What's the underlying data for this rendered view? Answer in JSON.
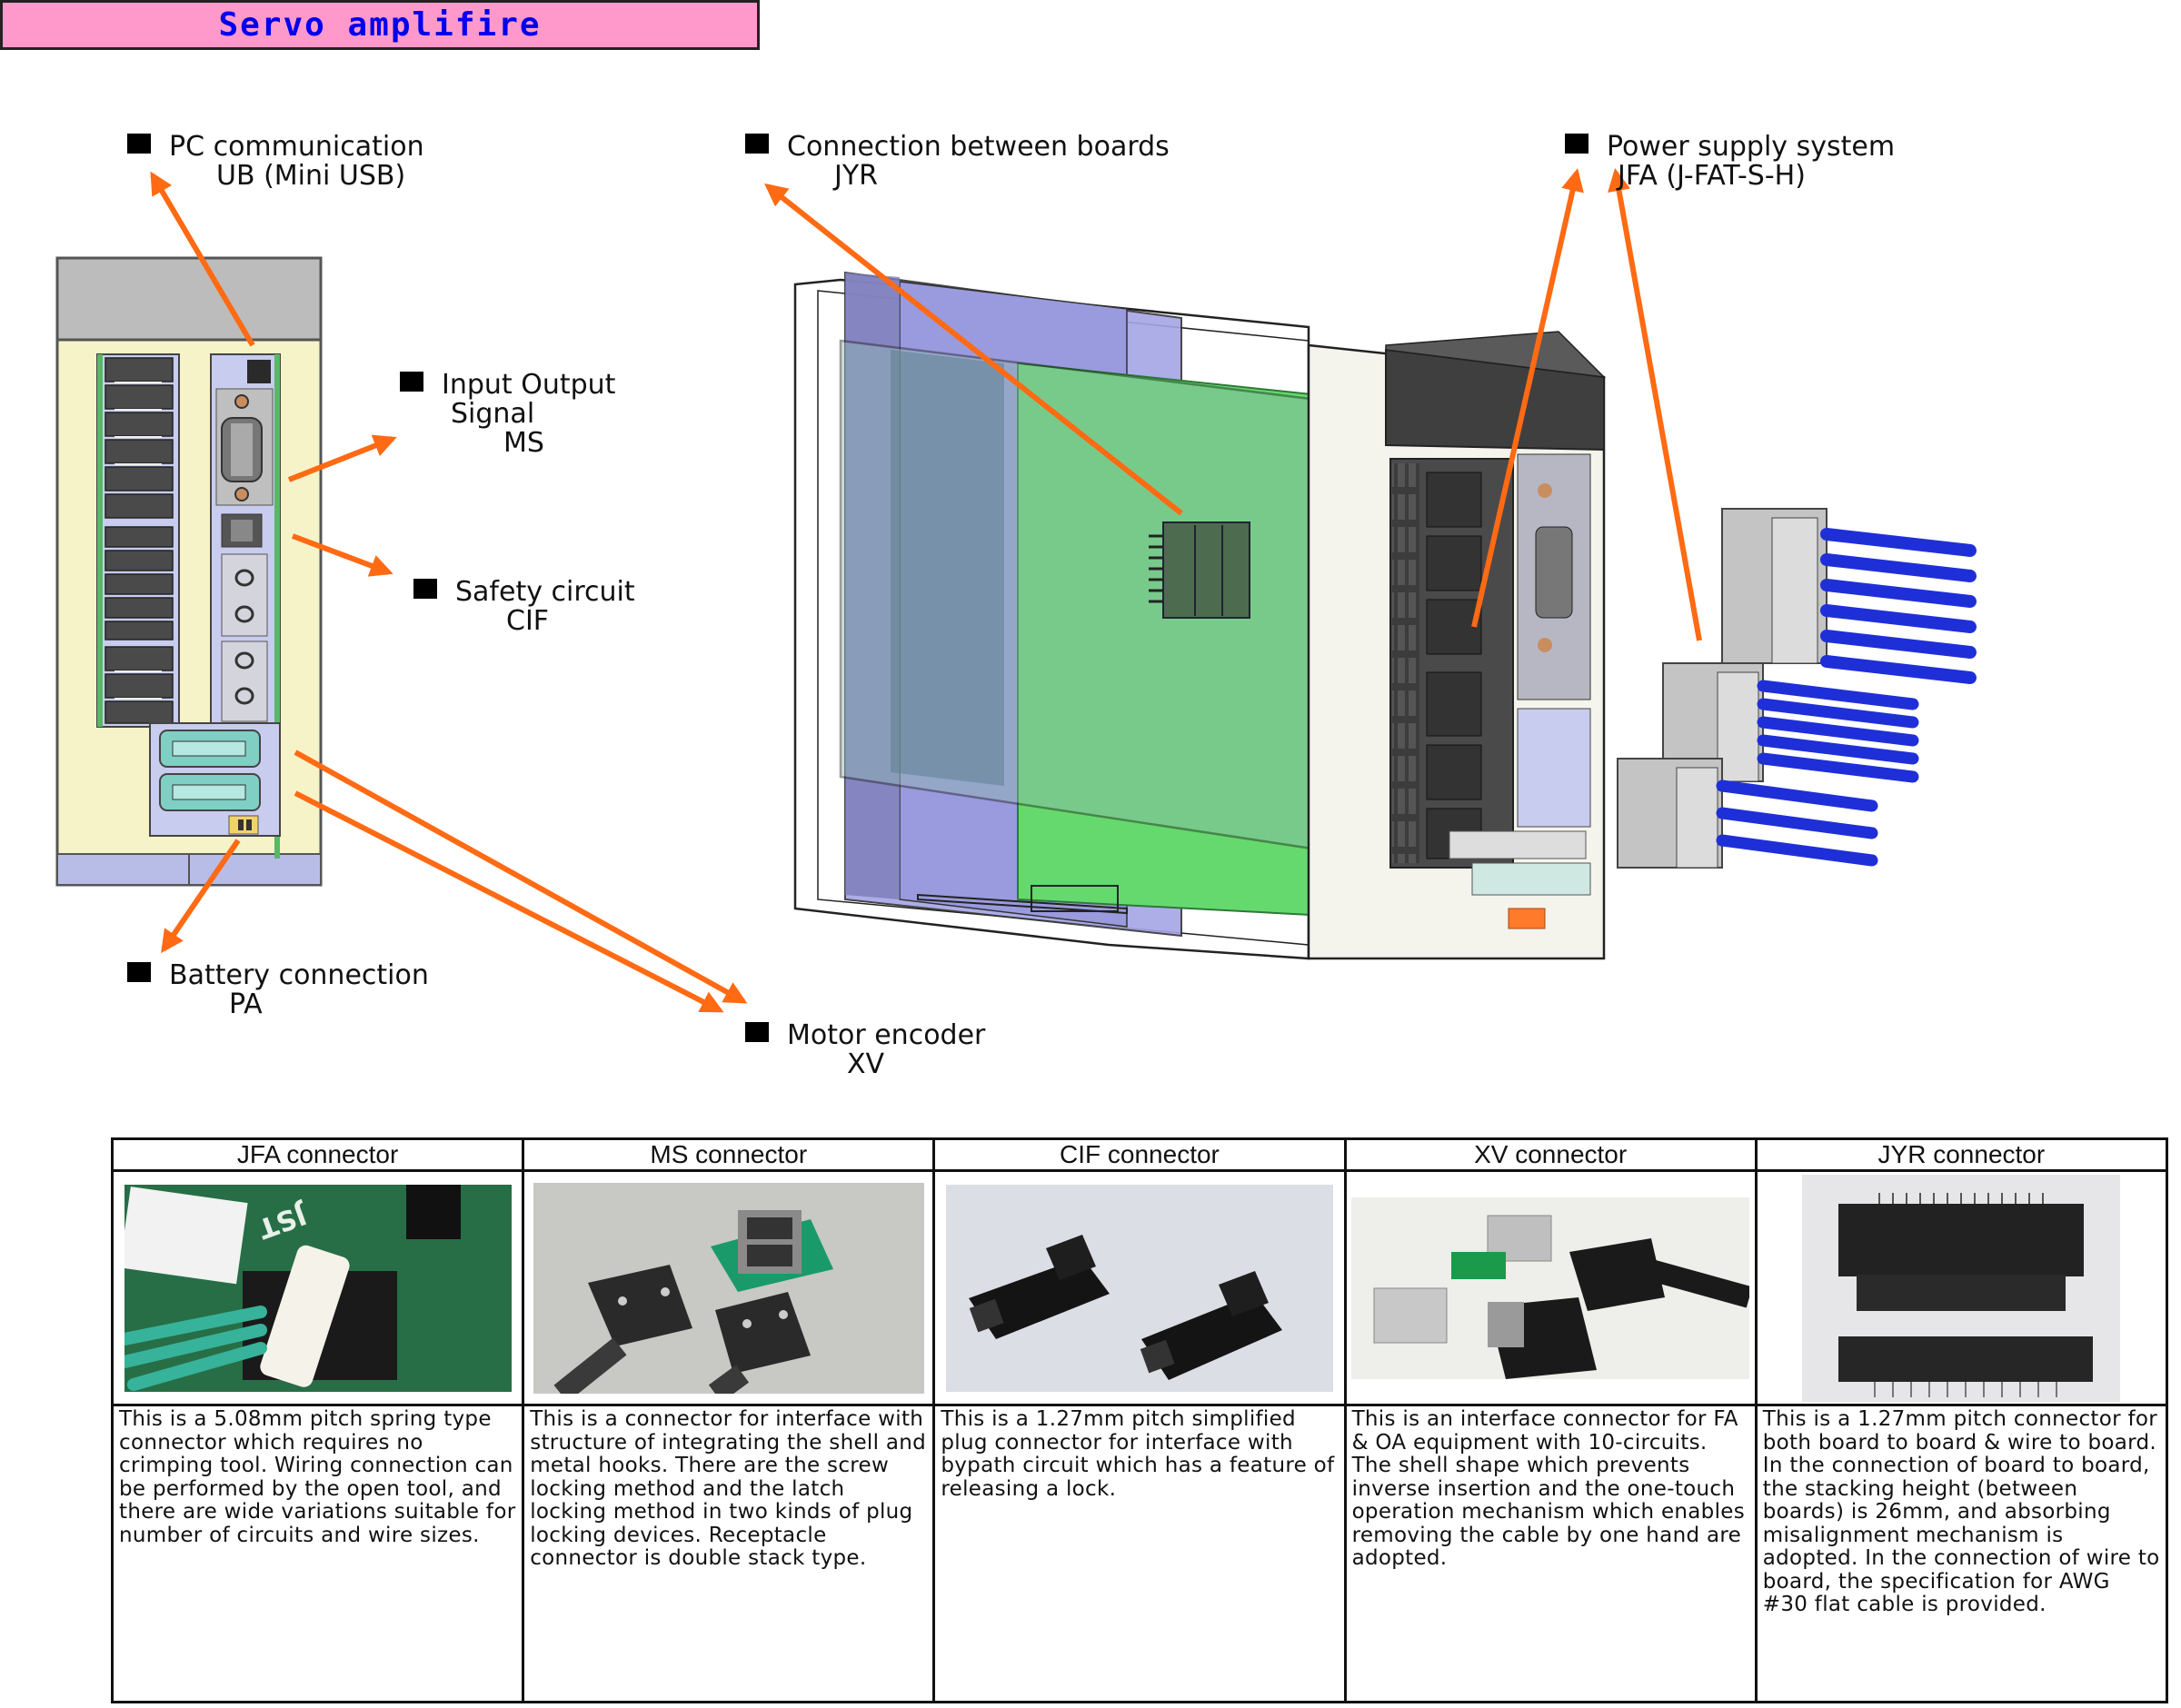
{
  "title": "Servo amplifire",
  "colors": {
    "title_bg": "#ff99cc",
    "title_text": "#0000ee",
    "arrow": "#ff6a13",
    "panel_body": "#f7f3c8",
    "panel_top": "#bcbcbc",
    "pcb_green": "#66d96e",
    "housing_lavender": "#9b9be0",
    "cable_blue": "#1f2fd8"
  },
  "callouts": {
    "pc_comm": {
      "title": "PC communication",
      "code": "UB (Mini USB)"
    },
    "board_conn": {
      "title": "Connection between boards",
      "code": "JYR"
    },
    "power": {
      "title": "Power supply system",
      "code": "JFA (J-FAT-S-H)"
    },
    "io_signal": {
      "title": "Input Output",
      "title2": "Signal",
      "code": "MS"
    },
    "safety": {
      "title": "Safety circuit",
      "code": "CIF"
    },
    "battery": {
      "title": "Battery connection",
      "code": "PA"
    },
    "encoder": {
      "title": "Motor encoder",
      "code": "XV"
    }
  },
  "table": {
    "columns": [
      {
        "header": "JFA connector",
        "photo": "jfa-connector-photo",
        "description": "This is a 5.08mm pitch spring type connector which requires no crimping tool. Wiring connection can be performed by the open tool, and there are wide variations suitable for number of circuits and wire sizes."
      },
      {
        "header": "MS connector",
        "photo": "ms-connector-photo",
        "description": "This is a connector for interface with structure of integrating the shell and metal hooks. There are the screw locking method and the latch locking method in two kinds of plug locking devices. Receptacle connector is double stack type."
      },
      {
        "header": "CIF connector",
        "photo": "cif-connector-photo",
        "description": "This is a 1.27mm pitch simplified plug connector for interface with bypath circuit which has a feature of releasing a lock."
      },
      {
        "header": "XV connector",
        "photo": "xv-connector-photo",
        "description": "This is an interface connector for FA & OA equipment with 10-circuits. The shell shape which prevents inverse insertion and the one-touch operation mechanism which enables removing the cable by one hand are adopted."
      },
      {
        "header": "JYR connector",
        "photo": "jyr-connector-photo",
        "description": "This is a 1.27mm pitch connector for both board to board & wire to board. In the connection of board to board, the stacking height (between boards) is 26mm, and absorbing misalignment mechanism is adopted. In the connection of wire to board, the specification for AWG #30 flat cable is provided."
      }
    ]
  }
}
